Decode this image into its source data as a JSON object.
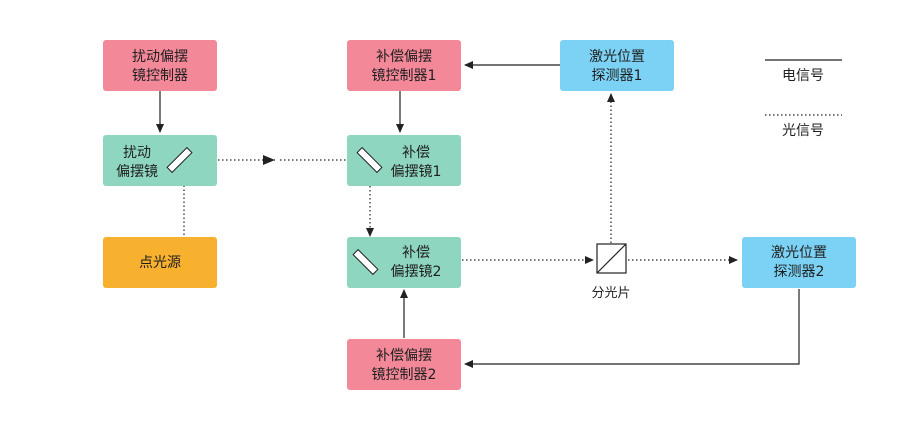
{
  "colors": {
    "controller": "#f38899",
    "mirror": "#8fd6c0",
    "detector": "#7cd2f4",
    "source": "#f8b02f",
    "line": "#222222"
  },
  "nodes": {
    "perturb_controller": {
      "line1": "扰动偏摆",
      "line2": "镜控制器"
    },
    "comp_controller_1": {
      "line1": "补偿偏摆",
      "line2": "镜控制器1"
    },
    "detector_1": {
      "line1": "激光位置",
      "line2": "探测器1"
    },
    "perturb_mirror": {
      "line1": "扰动",
      "line2": "偏摆镜"
    },
    "comp_mirror_1": {
      "line1": "补偿",
      "line2": "偏摆镜1"
    },
    "point_source": {
      "label": "点光源"
    },
    "comp_mirror_2": {
      "line1": "补偿",
      "line2": "偏摆镜2"
    },
    "beam_splitter": {
      "label": "分光片"
    },
    "detector_2": {
      "line1": "激光位置",
      "line2": "探测器2"
    },
    "comp_controller_2": {
      "line1": "补偿偏摆",
      "line2": "镜控制器2"
    }
  },
  "legend": {
    "electrical": "电信号",
    "optical": "光信号"
  }
}
